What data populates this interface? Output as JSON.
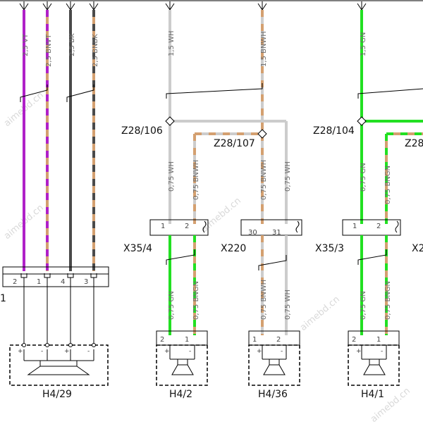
{
  "colors": {
    "VT": "#b020c8",
    "BN": "#d4a070",
    "BK": "#4a4a4a",
    "WH": "#cccccc",
    "GN": "#22e022",
    "line": "#000000"
  },
  "wires": {
    "w_25vt": "2,5 VT",
    "w_25bnvt": "2,5 BNVT",
    "w_25bk": "2,5 BK",
    "w_25bnbk": "2,5 BNBK",
    "w_15wh": "1,5 WH",
    "w_15bnwh": "1,5 BNWH",
    "w_15gn": "1,5 GN",
    "w_075wh_a": "0,75 WH",
    "w_075bnwh_a": "0,75 BNWH",
    "w_075bnwh_b": "0,75 BNWH",
    "w_075wh_b": "0,75 WH",
    "w_075gn_a": "0,75 GN",
    "w_075bngn_a": "0,75 BNGN",
    "w_075gn_b": "0,75 GN",
    "w_075bngn_b": "0,75 BNGN",
    "w_075bnwh_c": "0,75 BNWH",
    "w_075wh_c": "0,75 WH",
    "w_075gn_c": "0,75 GN",
    "w_075bngn_c": "0,75 BNGN"
  },
  "nodes": {
    "z28_106": "Z28/106",
    "z28_107": "Z28/107",
    "z28_104": "Z28/104",
    "z28_cut": "Z28"
  },
  "connectors": {
    "x35_4": "X35/4",
    "x220": "X220",
    "x35_3": "X35/3",
    "x2_cut": "X2",
    "x1_cut": "1"
  },
  "pins": {
    "p_x1_2": "2",
    "p_x1_1": "1",
    "p_x1_4": "4",
    "p_x1_3": "3",
    "p_x354_1": "1",
    "p_x354_2": "2",
    "p_x220_30": "30",
    "p_x220_31": "31",
    "p_x353_1": "1",
    "p_x353_2": "2",
    "p_h42_2": "2",
    "p_h42_1": "1",
    "p_h436_1": "1",
    "p_h436_2": "2",
    "p_h41_2": "2",
    "p_h41_1": "1"
  },
  "components": {
    "h4_29": "H4/29",
    "h4_2": "H4/2",
    "h4_36": "H4/36",
    "h4_1": "H4/1"
  },
  "polarity": {
    "plus": "+",
    "minus": "-"
  },
  "watermark": "aimebd.cn"
}
